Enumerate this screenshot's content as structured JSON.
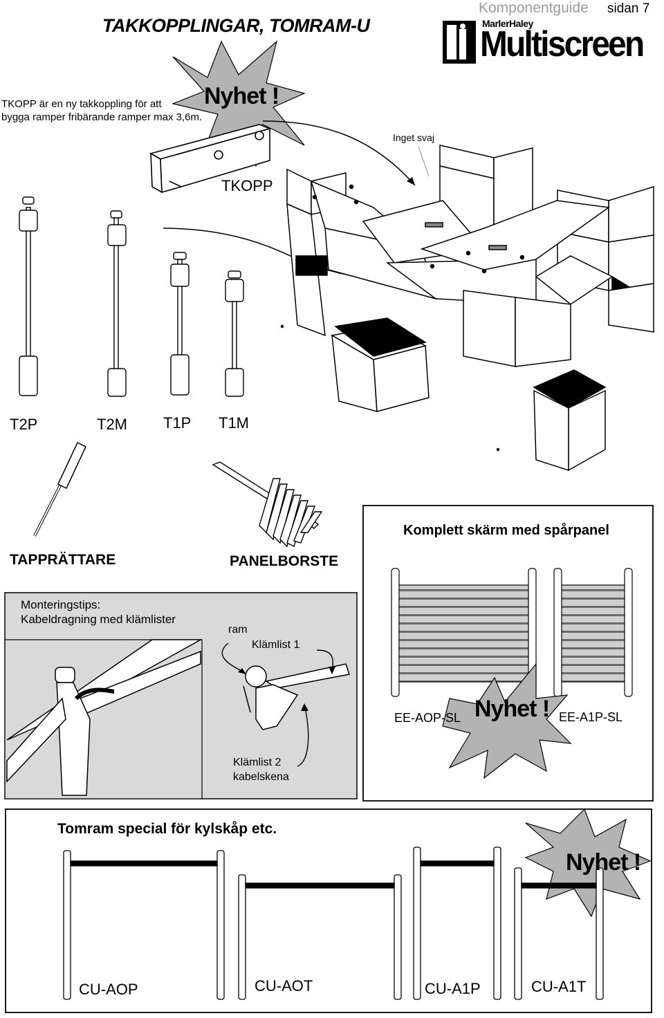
{
  "header": {
    "title": "TAKKOPPLINGAR, TOMRAM-U",
    "guide": "Komponentguide",
    "page": "sidan 7",
    "brand_small": "MarlerHaley",
    "brand_big": "Multiscreen"
  },
  "intro": {
    "line1": "TKOPP är en ny takkoppling för att",
    "line2": "bygga ramper fribärande ramper  max 3,6m."
  },
  "badges": {
    "new1": "Nyhet !",
    "new2": "Nyhet !",
    "new3": "Nyhet !"
  },
  "callouts": {
    "inget_svaj": "Inget svaj",
    "tkopp": "TKOPP"
  },
  "poles": [
    "T2P",
    "T2M",
    "T1P",
    "T1M"
  ],
  "tools": {
    "tapprattare": "TAPPRÄTTARE",
    "panelborste": "PANELBORSTE"
  },
  "tips": {
    "heading": "Monteringstips:",
    "subheading": "Kabeldragning med klämlister",
    "ram": "ram",
    "klamlist1": "Klämlist  1",
    "klamlist2": "Klämlist  2",
    "kabelskena": "kabelskena"
  },
  "panel_box": {
    "title": "Komplett skärm med spårpanel",
    "left_code": "EE-AOP-SL",
    "right_code": "EE-A1P-SL"
  },
  "special_box": {
    "title": "Tomram special för kylskåp etc.",
    "codes": [
      "CU-AOP",
      "CU-AOT",
      "CU-A1P",
      "CU-A1T"
    ]
  }
}
